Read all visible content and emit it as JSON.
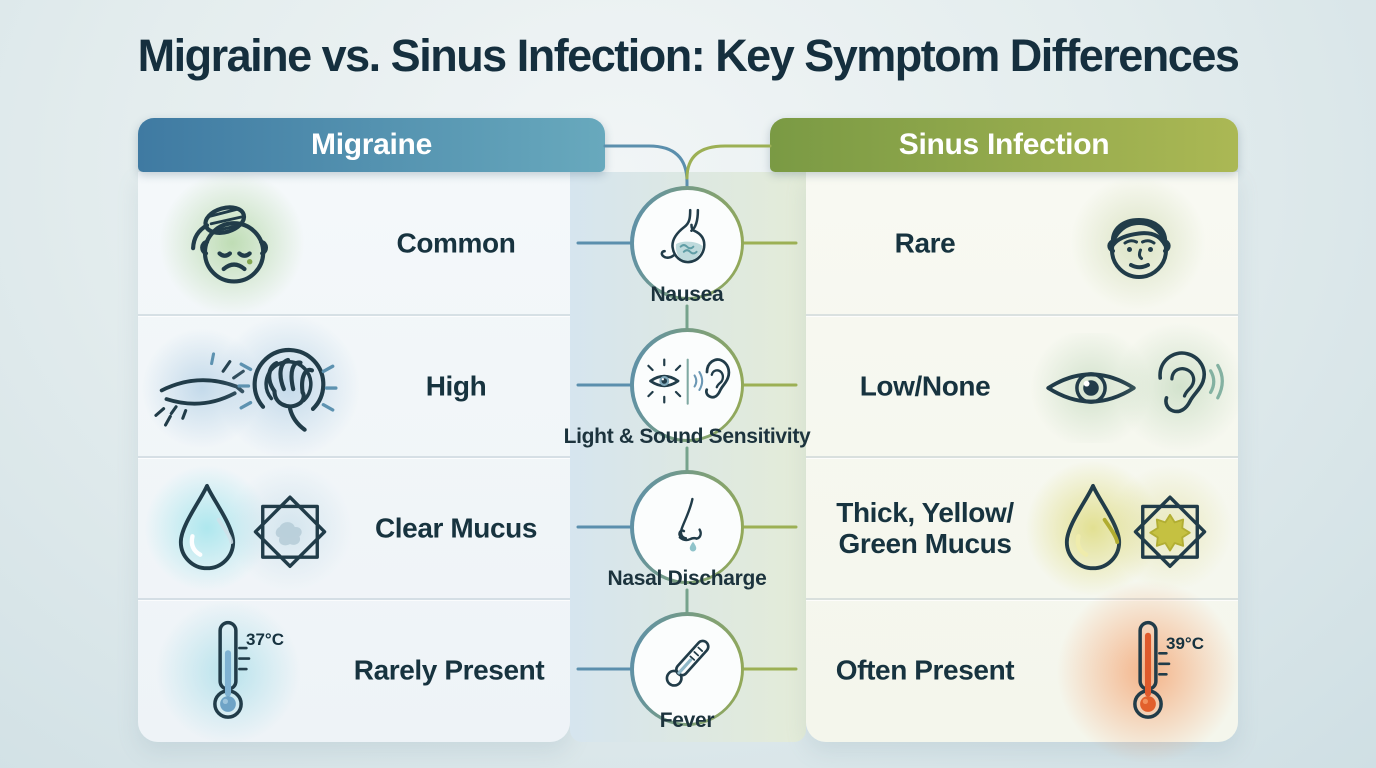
{
  "title": "Migraine vs. Sinus Infection: Key Symptom Differences",
  "columns": {
    "migraine": {
      "label": "Migraine"
    },
    "sinus": {
      "label": "Sinus Infection"
    }
  },
  "rows": [
    {
      "symptom": "Nausea",
      "migraine_value": "Common",
      "sinus_value": "Rare",
      "migraine_icon": "nauseated-face-icon",
      "center_icon": "stomach-icon",
      "sinus_icon": "calm-face-icon"
    },
    {
      "symptom": "Light & Sound Sensitivity",
      "migraine_value": "High",
      "sinus_value": "Low/None",
      "migraine_icons": [
        "squinting-eye-icon",
        "hand-over-ear-icon"
      ],
      "center_icon": "eye-and-ear-icon",
      "sinus_icons": [
        "open-eye-icon",
        "ear-sound-icon"
      ]
    },
    {
      "symptom": "Nasal Discharge",
      "migraine_value": "Clear Mucus",
      "sinus_value": "Thick, Yellow/\nGreen Mucus",
      "migraine_icons": [
        "clear-droplet-icon",
        "clear-tissue-icon"
      ],
      "center_icon": "nose-drip-icon",
      "sinus_icons": [
        "yellow-droplet-icon",
        "stained-tissue-icon"
      ]
    },
    {
      "symptom": "Fever",
      "migraine_value": "Rarely Present",
      "sinus_value": "Often Present",
      "migraine_temp": "37°C",
      "sinus_temp": "39°C",
      "migraine_icon": "low-thermometer-icon",
      "center_icon": "thermometer-icon",
      "sinus_icon": "high-thermometer-icon"
    }
  ],
  "colors": {
    "migraine_header_start": "#3f7aa2",
    "migraine_header_end": "#68a9bd",
    "sinus_header_start": "#7a9a44",
    "sinus_header_end": "#abb854",
    "title_text": "#152f3e",
    "body_text": "#17333f",
    "blue_connector": "#5b8fad",
    "green_connector": "#9cb054",
    "teal_connector": "#76a38c"
  }
}
